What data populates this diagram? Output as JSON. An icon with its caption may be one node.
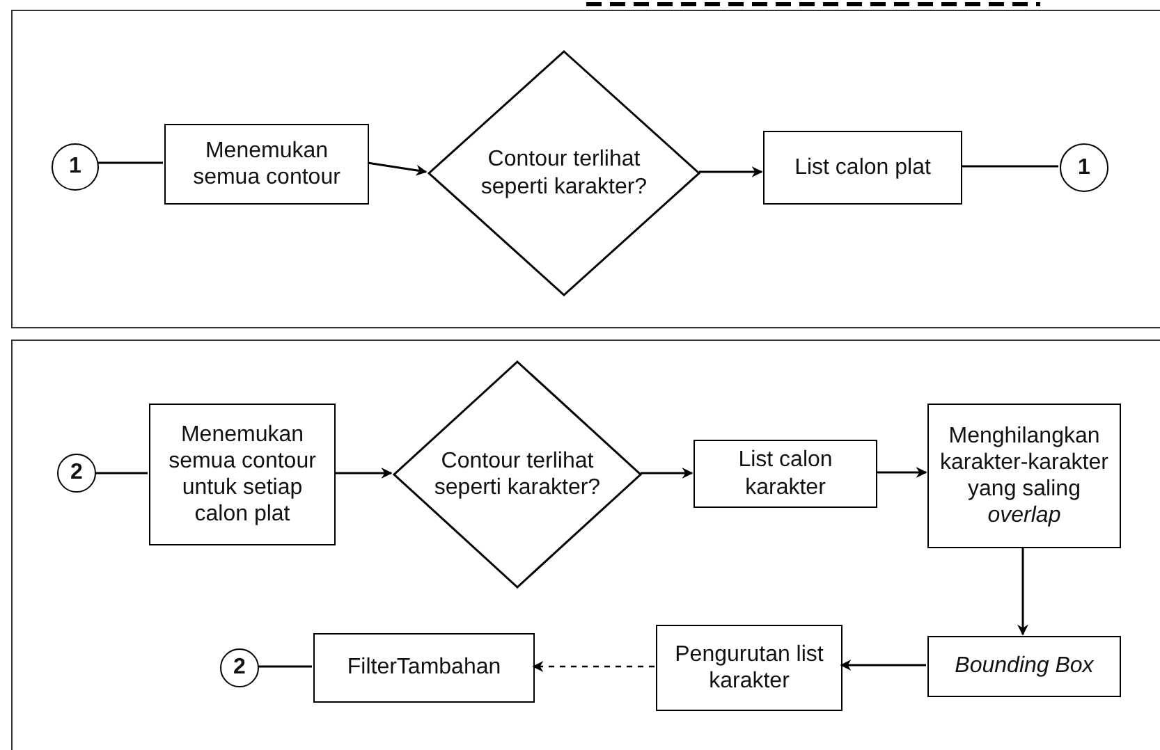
{
  "diagram": {
    "nodes": [
      {
        "text": [],
        "shape": "box"
      },
      {
        "text": [
          "1"
        ],
        "in": 0
      },
      {
        "text": [
          "Menemukan semua contour"
        ],
        "in": 0
      },
      {
        "text": [
          "Contour terlihat seperti karakter?"
        ],
        "in": 0
      },
      {
        "text": [
          "List calon plat"
        ],
        "in": 0
      },
      {
        "text": [
          "1"
        ],
        "in": 0
      },
      {
        "text": [],
        "shape": "box"
      },
      {
        "text": [
          "2"
        ],
        "in": 6
      },
      {
        "text": [
          "Menemukan semua contour untuk setiap calon plat"
        ],
        "in": 6
      },
      {
        "text": [
          "Contour terlihat seperti karakter?"
        ],
        "in": 6
      },
      {
        "text": [
          "List calon karakter"
        ],
        "in": 6
      },
      {
        "text": [
          "Menghilangkan karakter-karakter yang saling *overlap*"
        ],
        "in": 6
      },
      {
        "text": [
          "Bounding Box"
        ],
        "in": 6
      },
      {
        "text": [
          "Pengurutan list karakter"
        ],
        "in": 6
      },
      {
        "text": [
          "FilterTambahan"
        ],
        "in": 6
      },
      {
        "text": [
          "2"
        ],
        "in": 6
      }
    ],
    "edges": [
      {
        "from": 1,
        "to": 2,
        "arrow": "none"
      },
      {
        "from": 2,
        "to": 3,
        "arrow": "to"
      },
      {
        "from": 3,
        "to": 4,
        "arrow": "to"
      },
      {
        "from": 4,
        "to": 5,
        "arrow": "none"
      },
      {
        "from": 7,
        "to": 8,
        "arrow": "none"
      },
      {
        "from": 8,
        "to": 9,
        "arrow": "to"
      },
      {
        "from": 9,
        "to": 10,
        "arrow": "to"
      },
      {
        "from": 10,
        "to": 11,
        "arrow": "to"
      },
      {
        "from": 11,
        "to": 12,
        "arrow": "to"
      },
      {
        "from": 12,
        "to": 13,
        "arrow": "to"
      },
      {
        "from": 13,
        "to": 14,
        "arrow": "to",
        "style": "dashed"
      },
      {
        "from": 14,
        "to": 15,
        "arrow": "none"
      }
    ]
  }
}
